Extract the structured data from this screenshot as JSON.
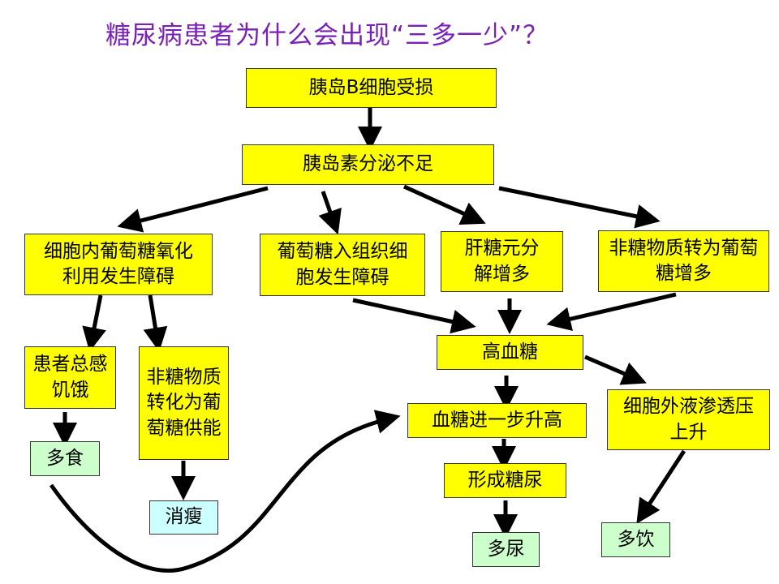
{
  "title": "糖尿病患者为什么会出现“三多一少”？",
  "colors": {
    "title": "#7a1fb8",
    "box_yellow": "#ffff00",
    "box_green": "#ccffcc",
    "box_cyan": "#ccffff",
    "arrow": "#000000"
  },
  "nodes": {
    "beta_cell_damage": "胰岛B细胞受损",
    "insulin_deficiency": "胰岛素分泌不足",
    "glucose_oxidation_impaired": "细胞内葡萄糖氧化利用发生障碍",
    "glucose_uptake_impaired": "葡萄糖入组织细胞发生障碍",
    "glycogenolysis_increase": "肝糖元分解增多",
    "gluconeogenesis_increase": "非糖物质转为葡萄糖增多",
    "hunger": "患者总感饥饿",
    "non_sugar_energy": "非糖物质转化为葡萄糖供能",
    "eat_more": "多食",
    "weight_loss": "消瘦",
    "hyperglycemia": "高血糖",
    "blood_sugar_rise": "血糖进一步升高",
    "glucosuria": "形成糖尿",
    "polyuria": "多尿",
    "extracellular_osmotic_rise": "细胞外液渗透压上升",
    "polydipsia": "多饮"
  }
}
